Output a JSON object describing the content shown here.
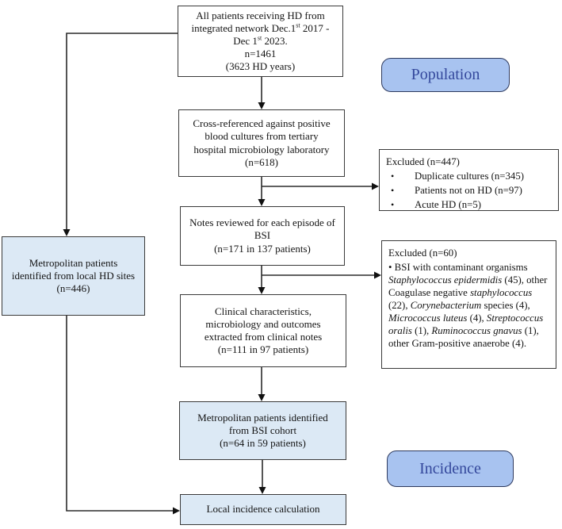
{
  "diagram": {
    "boxes": {
      "top": {
        "segments": [
          {
            "text": "All patients receiving HD from\nintegrated network Dec.1"
          },
          {
            "text": "st",
            "sup": true
          },
          {
            "text": " 2017 -\nDec 1"
          },
          {
            "text": "st",
            "sup": true
          },
          {
            "text": " 2023.\nn=1461\n(3623 HD years)"
          }
        ]
      },
      "cross_referenced": {
        "text": "Cross-referenced against positive\nblood cultures from tertiary\nhospital microbiology laboratory\n(n=618)"
      },
      "notes_reviewed": {
        "text": "Notes reviewed for each episode of\nBSI\n(n=171 in 137 patients)"
      },
      "clinical": {
        "text": "Clinical characteristics,\nmicrobiology and outcomes\nextracted from clinical notes\n(n=111 in 97 patients)"
      },
      "metropolitan_local": {
        "text": "Metropolitan patients\nidentified from local HD sites\n(n=446)"
      },
      "metropolitan_bsi": {
        "text": "Metropolitan patients identified\nfrom BSI cohort\n(n=64 in 59 patients)"
      },
      "local_incidence": {
        "text": "Local incidence calculation"
      },
      "excluded1": {
        "title": "Excluded (n=447)",
        "bullet_glyph": "•",
        "bullets": [
          "Duplicate cultures (n=345)",
          "Patients not on HD (n=97)",
          "Acute HD (n=5)"
        ]
      },
      "excluded2": {
        "title": "Excluded (n=60)",
        "segments": [
          {
            "text": "•      BSI with contaminant organisms\n"
          },
          {
            "text": "Staphylococcus epidermidis",
            "italic": true
          },
          {
            "text": " (45), other Coagulase negative "
          },
          {
            "text": "staphylococcus",
            "italic": true
          },
          {
            "text": " (22), "
          },
          {
            "text": "Corynebacterium",
            "italic": true
          },
          {
            "text": " species (4), "
          },
          {
            "text": "Micrococcus luteus",
            "italic": true
          },
          {
            "text": " (4), "
          },
          {
            "text": "Streptococcus oralis",
            "italic": true
          },
          {
            "text": " (1), "
          },
          {
            "text": "Ruminococcus gnavus",
            "italic": true
          },
          {
            "text": " (1), other Gram-positive anaerobe (4)."
          }
        ]
      }
    },
    "labels": {
      "population": "Population",
      "incidence": "Incidence"
    },
    "colors": {
      "pill_fill": "#a8c3f0",
      "pill_text": "#34489c",
      "light_box_fill": "#dce9f5",
      "line": "#2b2b2b"
    }
  }
}
